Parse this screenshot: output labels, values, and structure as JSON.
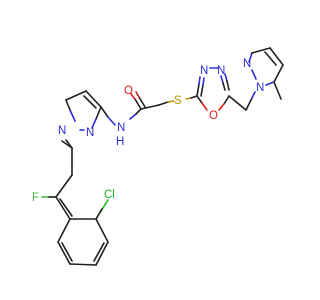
{
  "molecule": {
    "atoms": {
      "n_pyr1_ring": "N",
      "n_pyr1_imine": "N",
      "n_amide_h": "H",
      "n_amide": "N",
      "o_carbonyl": "O",
      "s_thioether": "S",
      "n_oxa_left": "N",
      "n_oxa_right": "N",
      "o_oxa": "O",
      "n_pyr2_ring": "N",
      "n_pyr2_imine": "N",
      "f": "F",
      "cl": "Cl"
    },
    "colors": {
      "carbon": "#202020",
      "nitrogen": "#2c2cdc",
      "oxygen": "#e01c1c",
      "sulfur": "#b89600",
      "chlorine": "#16b816",
      "fluorine": "#3cb83c"
    }
  }
}
